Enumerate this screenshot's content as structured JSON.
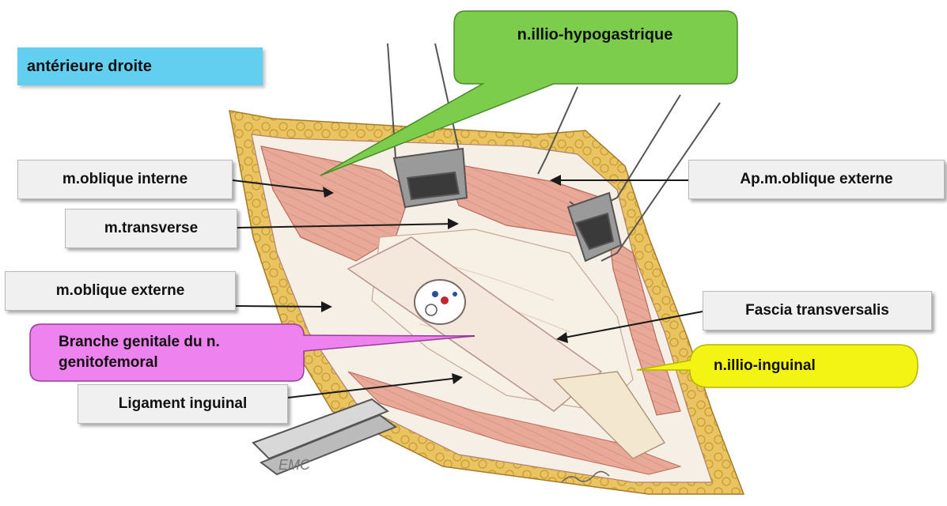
{
  "title": "antérieure droite",
  "labels": {
    "oblique_interne": "m.oblique interne",
    "transverse": "m.transverse",
    "oblique_externe": "m.oblique externe",
    "ligament_inguinal": "Ligament inguinal",
    "ap_oblique_externe": "Ap.m.oblique externe",
    "fascia_transversalis": "Fascia transversalis"
  },
  "callouts": {
    "illio_hypogastrique": "n.illio-hypogastrique",
    "branche_genitale_line1": "Branche genitale du n.",
    "branche_genitale_line2": "genitofemoral",
    "illio_inguinal": "n.illio-inguinal"
  },
  "signature": "EMC",
  "colors": {
    "title_bg": "#63cff0",
    "callout_green": "#7ccd4b",
    "callout_pink": "#ee82ee",
    "callout_yellow": "#f4f414",
    "label_bg": "#f0f0f0",
    "fat_yellow": "#e8c25a",
    "muscle_pink": "#e8a593",
    "fascia_cream": "#f4ece0"
  }
}
